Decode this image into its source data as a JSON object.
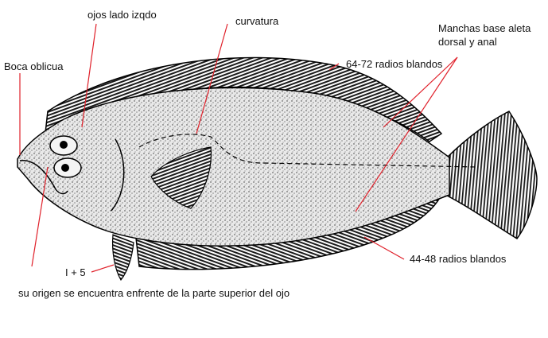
{
  "figure": {
    "subject": "flatfish illustration (lateral view, eyes on left side)",
    "annotation_color": "#e0202a",
    "labels": {
      "eyes": "ojos lado izqdo",
      "curvature": "curvatura",
      "mouth": "Boca oblicua",
      "spots": "Manchas base aleta",
      "spots_line2": "dorsal y anal",
      "dorsal_rays": "64-72 radios blandos",
      "anal_rays": "44-48 radios blandos",
      "pelvic": "I + 5",
      "origin": "su origen se encuentra enfrente de la parte superior del ojo"
    }
  }
}
